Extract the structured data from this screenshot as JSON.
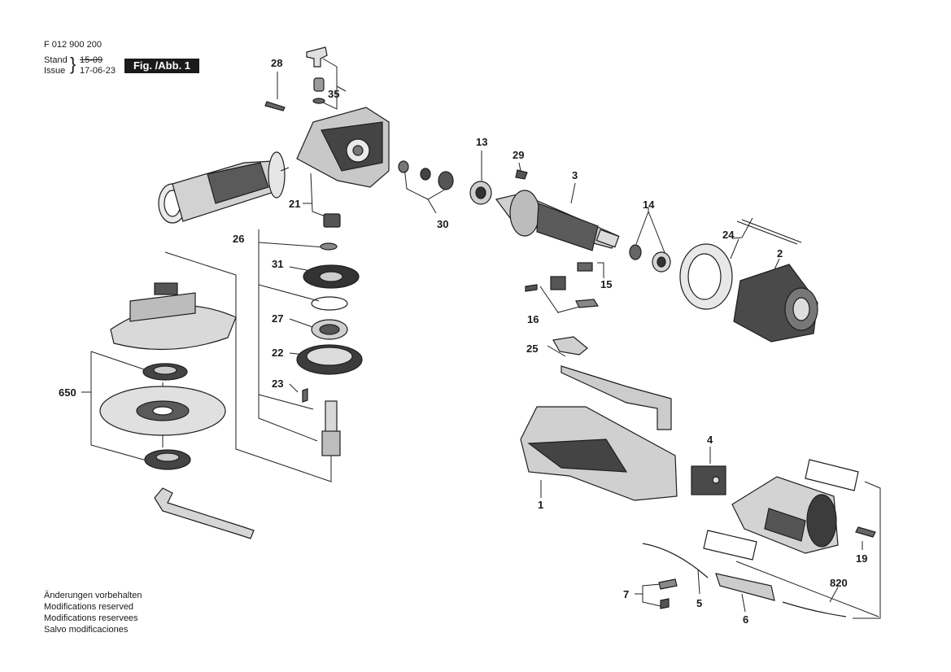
{
  "header": {
    "doc_number": "F  012 900 200",
    "stand_label": "Stand",
    "issue_label": "Issue",
    "stand_value": "15-09",
    "issue_value": "17-06-23",
    "figure_label": "Fig. /Abb. 1"
  },
  "notes": [
    "Änderungen vorbehalten",
    "Modifications reserved",
    "Modifications reservees",
    "Salvo modificaciones"
  ],
  "part_numbers": {
    "p28": "28",
    "p35": "35",
    "p13": "13",
    "p29": "29",
    "p3": "3",
    "p21": "21",
    "p30": "30",
    "p14": "14",
    "p26": "26",
    "p24": "24",
    "p2": "2",
    "p31": "31",
    "p15": "15",
    "p16": "16",
    "p27": "27",
    "p22": "22",
    "p25": "25",
    "p23": "23",
    "p650": "650",
    "p4": "4",
    "p1": "1",
    "p19": "19",
    "p820": "820",
    "p7": "7",
    "p5": "5",
    "p6": "6"
  },
  "colors": {
    "ink": "#1a1a1a",
    "part_fill": "#d9d9d9",
    "part_dark": "#4a4a4a"
  }
}
